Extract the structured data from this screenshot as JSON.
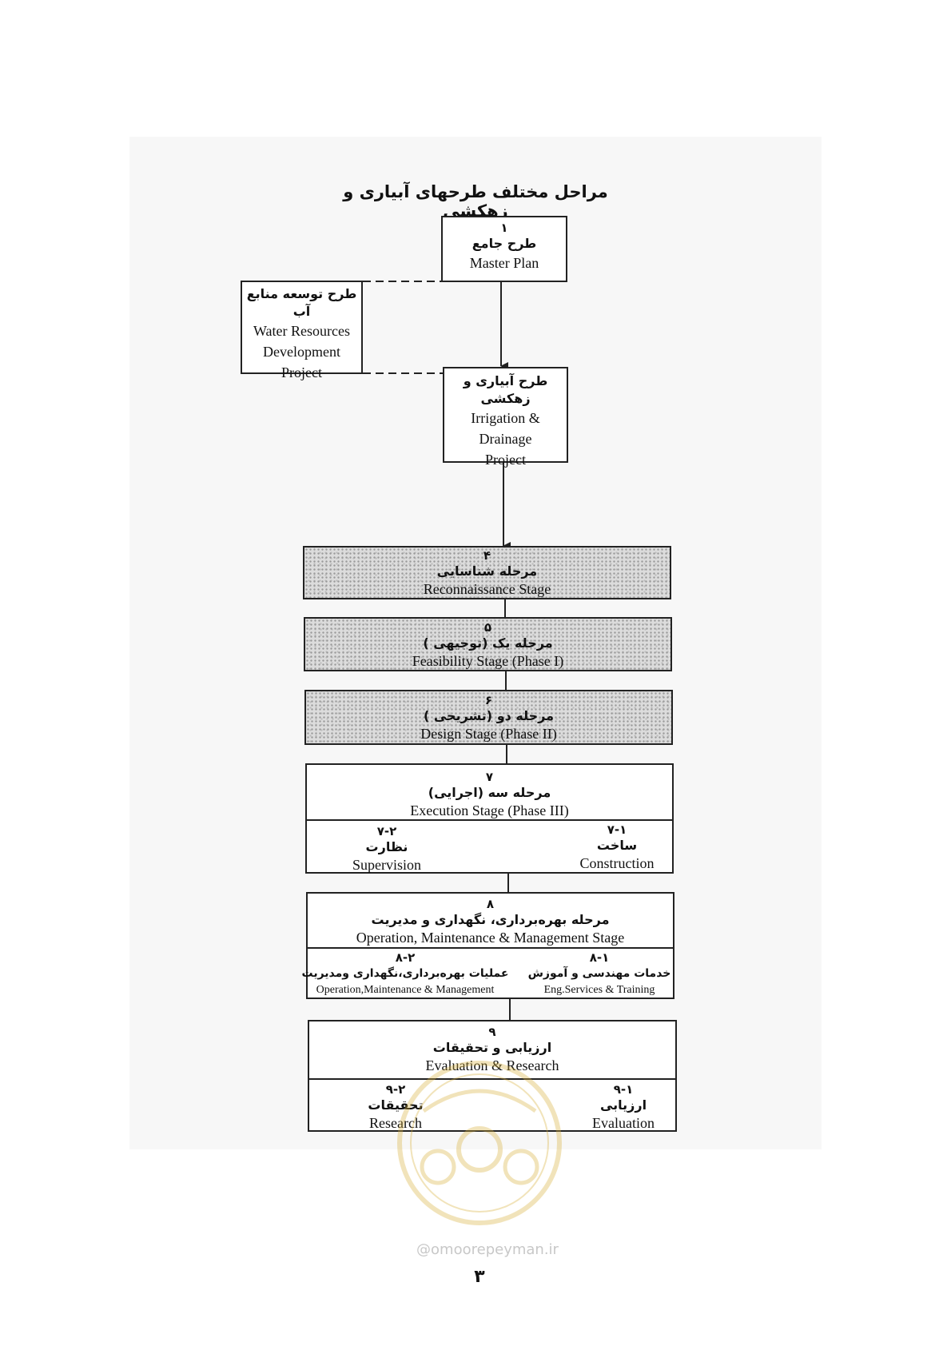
{
  "title": "مراحل مختلف طرحهای آبیاری و زهکشی",
  "master_plan": {
    "number": "١",
    "fa": "طرح جامع",
    "en": "Master Plan"
  },
  "water_resources": {
    "fa": "طرح توسعه منابع آب",
    "en_1": "Water Resources",
    "en_2": "Development",
    "en_3": "Project"
  },
  "irrigation": {
    "fa": "طرح آبیاری و زهکشی",
    "en_1": "Irrigation &",
    "en_2": "Drainage",
    "en_3": "Project"
  },
  "reconnaissance": {
    "number": "۴",
    "fa": "مرحله شناسایی",
    "en": "Reconnaissance Stage"
  },
  "feasibility": {
    "number": "۵",
    "fa": "مرحله یک (توجیهی )",
    "en": "Feasibility Stage (Phase I)"
  },
  "design": {
    "number": "۶",
    "fa": "مرحله دو (تشریحی )",
    "en": "Design Stage (Phase II)"
  },
  "execution": {
    "number": "۷",
    "fa": "مرحله سه (اجرایی)",
    "en": "Execution Stage (Phase III)",
    "left": {
      "number": "۷-۲",
      "fa": "نظارت",
      "en": "Supervision"
    },
    "right": {
      "number": "۷-۱",
      "fa": "ساخت",
      "en": "Construction"
    }
  },
  "operation": {
    "number": "۸",
    "fa": "مرحله بهره‌برداری، نگهداری و مدیریت",
    "en": "Operation, Maintenance & Management Stage",
    "left": {
      "number": "۸-۲",
      "fa": "عملیات بهره‌برداری،نگهداری ومدیریت",
      "en": "Operation,Maintenance & Management"
    },
    "right": {
      "number": "۸-۱",
      "fa": "خدمات مهندسی و آموزش",
      "en": "Eng.Services & Training"
    }
  },
  "evaluation": {
    "number": "۹",
    "fa": "ارزیابی و تحقیقات",
    "en": "Evaluation & Research",
    "left": {
      "number": "۹-۲",
      "fa": "تحقیقات",
      "en": "Research"
    },
    "right": {
      "number": "۹-۱",
      "fa": "ارزیابی",
      "en": "Evaluation"
    }
  },
  "watermark_site": "@omoorepeyman.ir",
  "page_number": "۳"
}
